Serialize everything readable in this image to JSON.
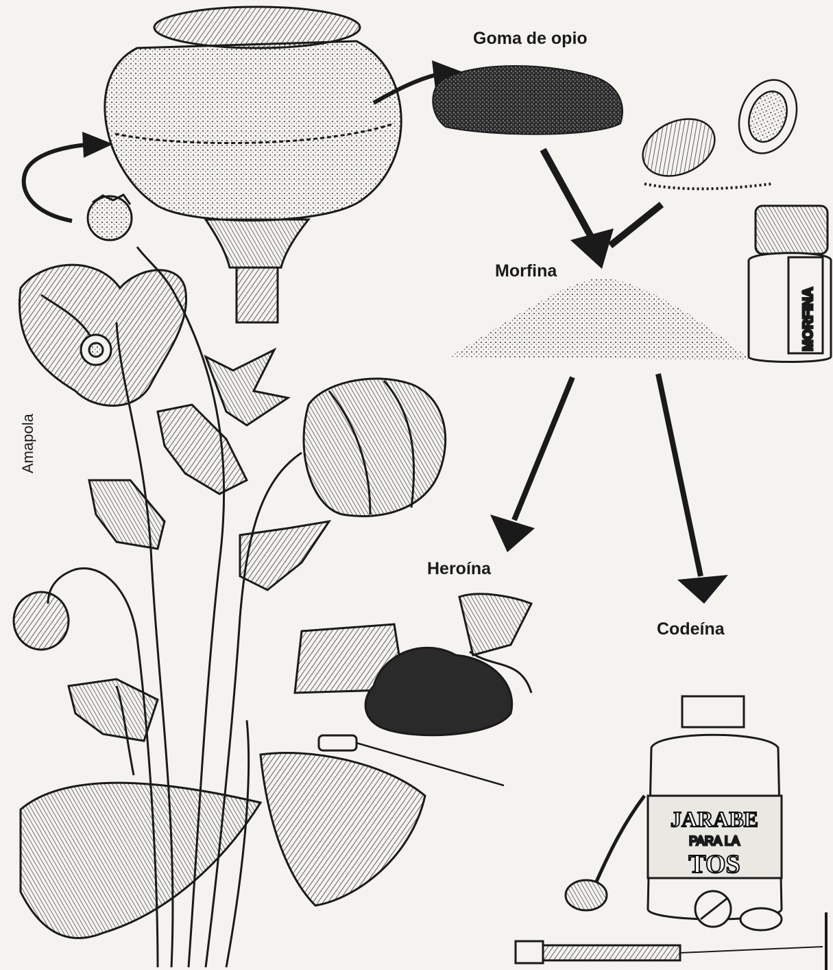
{
  "labels": {
    "opium_gum": "Goma de opio",
    "morphine": "Morfina",
    "heroin": "Heroína",
    "codeine": "Codeína",
    "poppy": "Amapola"
  },
  "product_text": {
    "vial": "MORFINA",
    "syrup_line1": "JARABE",
    "syrup_line2": "PARA LA",
    "syrup_line3": "TOS"
  },
  "icons": [
    "poppy-plant-icon",
    "poppy-capsule-icon",
    "opium-gum-icon",
    "morphine-powder-icon",
    "morphine-vial-icon",
    "heroin-bag-icon",
    "syringe-icon",
    "cough-syrup-bottle-icon",
    "spoon-icon",
    "pill-icon"
  ],
  "colors": {
    "ink": "#1a1a1a",
    "paper": "#f4f3ef"
  }
}
